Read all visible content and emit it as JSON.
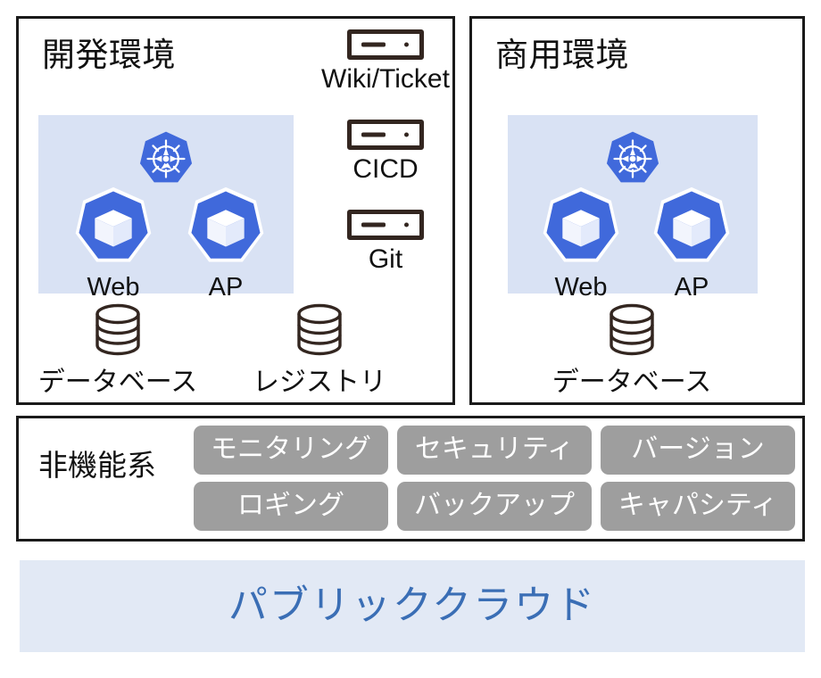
{
  "diagram": {
    "title_hidden": "",
    "colors": {
      "accent_blue": "#4069db",
      "cluster_bg": "#d9e2f4",
      "cloud_bg": "#e2e9f5",
      "cloud_text": "#3a6eb5",
      "pill_gray": "#9e9e9e",
      "icon_brown": "#332620",
      "border_black": "#1a1a1a"
    }
  },
  "dev_environment": {
    "title": "開発環境",
    "cluster": {
      "orchestrator_icon": "kubernetes-icon",
      "nodes": [
        {
          "label": "Web",
          "icon": "container-icon"
        },
        {
          "label": "AP",
          "icon": "container-icon"
        }
      ]
    },
    "databases": [
      {
        "label": "データベース",
        "icon": "database-icon"
      },
      {
        "label": "レジストリ",
        "icon": "database-icon"
      }
    ],
    "tools": [
      {
        "label": "Wiki/Ticket",
        "icon": "server-icon"
      },
      {
        "label": "CICD",
        "icon": "server-icon"
      },
      {
        "label": "Git",
        "icon": "server-icon"
      }
    ]
  },
  "prod_environment": {
    "title": "商用環境",
    "cluster": {
      "orchestrator_icon": "kubernetes-icon",
      "nodes": [
        {
          "label": "Web",
          "icon": "container-icon"
        },
        {
          "label": "AP",
          "icon": "container-icon"
        }
      ]
    },
    "databases": [
      {
        "label": "データベース",
        "icon": "database-icon"
      }
    ]
  },
  "non_functional": {
    "label": "非機能系",
    "rows": [
      [
        "モニタリング",
        "セキュリティ",
        "バージョン"
      ],
      [
        "ロギング",
        "バックアップ",
        "キャパシティ"
      ]
    ]
  },
  "cloud": {
    "label": "パブリッククラウド"
  }
}
